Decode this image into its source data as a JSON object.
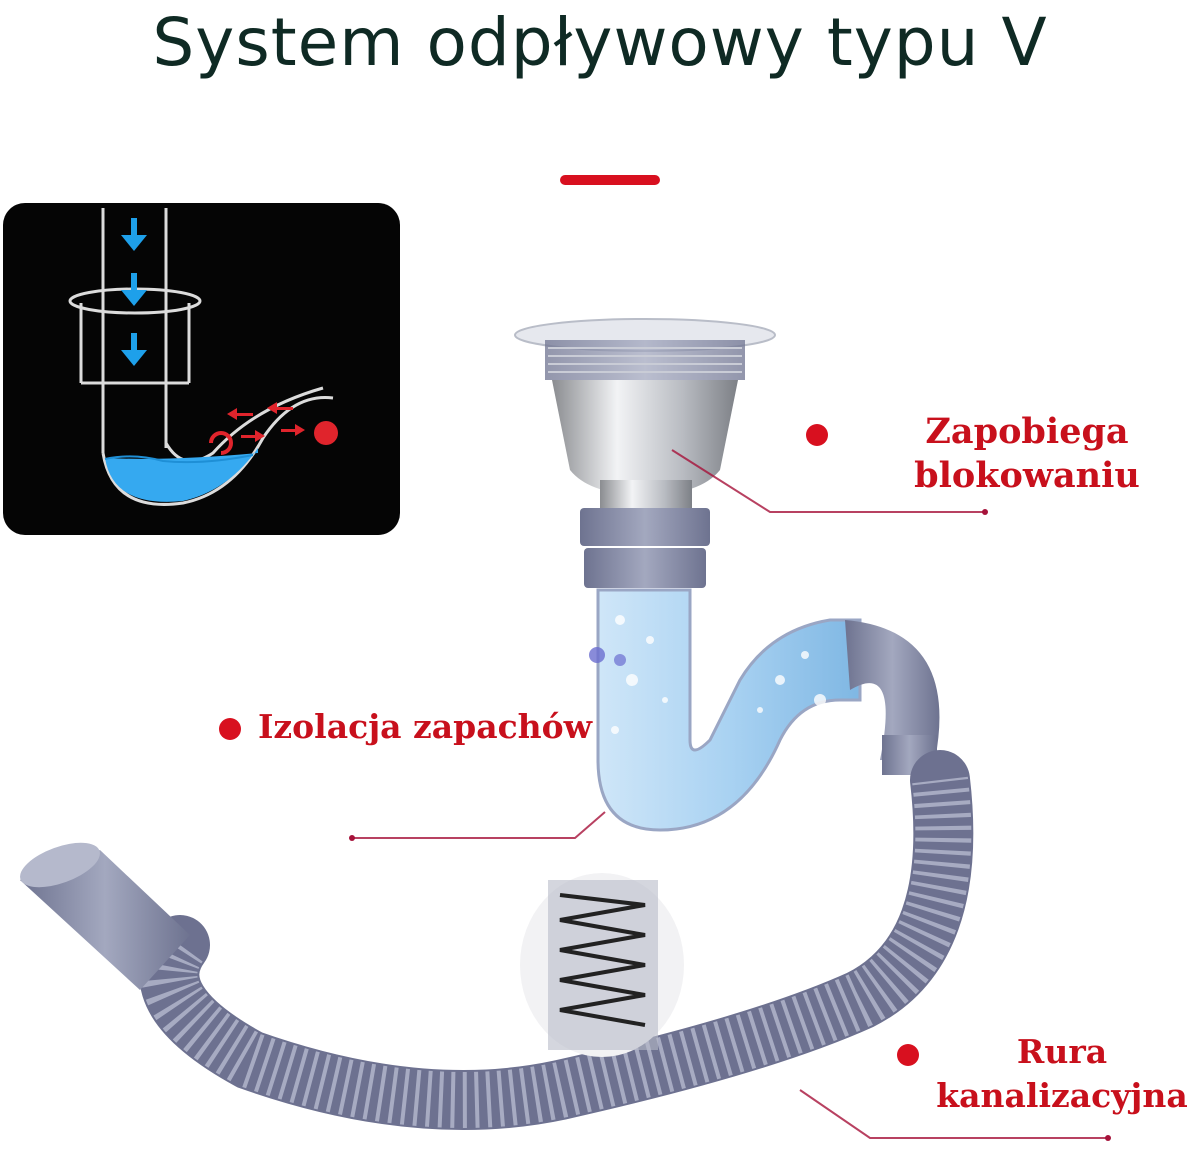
{
  "title": "System odpływowy typu V",
  "labels": {
    "anti_block": [
      "Zapobiega",
      "blokowaniu"
    ],
    "odor": "Izolacja zapachów",
    "sewer": [
      "Rura",
      "kanalizacyjna"
    ]
  },
  "colors": {
    "accent_red": "#d8101f",
    "label_red": "#c8101c",
    "title_dark": "#0f2a24",
    "pipe_grey": "#8a8fa6",
    "water_blue": "#9cc8ea",
    "inset_bg": "#050505",
    "inset_arrow_blue": "#1ea0ea"
  },
  "icons": {
    "inset_flow_arrows": "arrow-down-icon",
    "inset_return_arrows": "arrow-left-icon",
    "spring_detail": "spring-coil-icon"
  }
}
